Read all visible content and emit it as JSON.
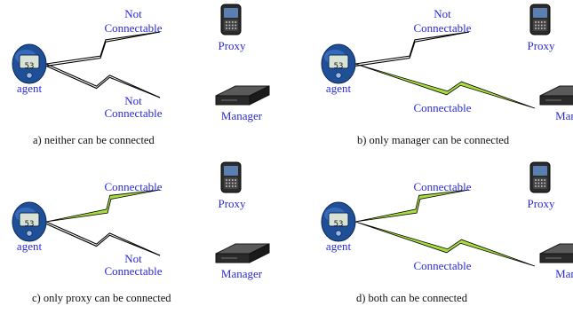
{
  "colors": {
    "label_blue": "#2b2bd6",
    "connectable_link": "#a6dc3c",
    "link_outline": "#000000",
    "caption_black": "#111111"
  },
  "labels": {
    "agent": "agent",
    "proxy": "Proxy",
    "manager": "Manager",
    "manager_clipped": "Manage",
    "connectable": "Connectable",
    "not": "Not",
    "not_connectable": "Connectable",
    "lcd_value": "53"
  },
  "panels": [
    {
      "id": "a",
      "caption": "a)  neither can be connected",
      "proxy_link": "not-connectable",
      "manager_link": "not-connectable"
    },
    {
      "id": "b",
      "caption": "b)  only manager can be connected",
      "proxy_link": "not-connectable",
      "manager_link": "connectable"
    },
    {
      "id": "c",
      "caption": "c)  only proxy can be connected",
      "proxy_link": "connectable",
      "manager_link": "not-connectable"
    },
    {
      "id": "d",
      "caption": "d)  both can be connected",
      "proxy_link": "connectable",
      "manager_link": "connectable"
    }
  ]
}
